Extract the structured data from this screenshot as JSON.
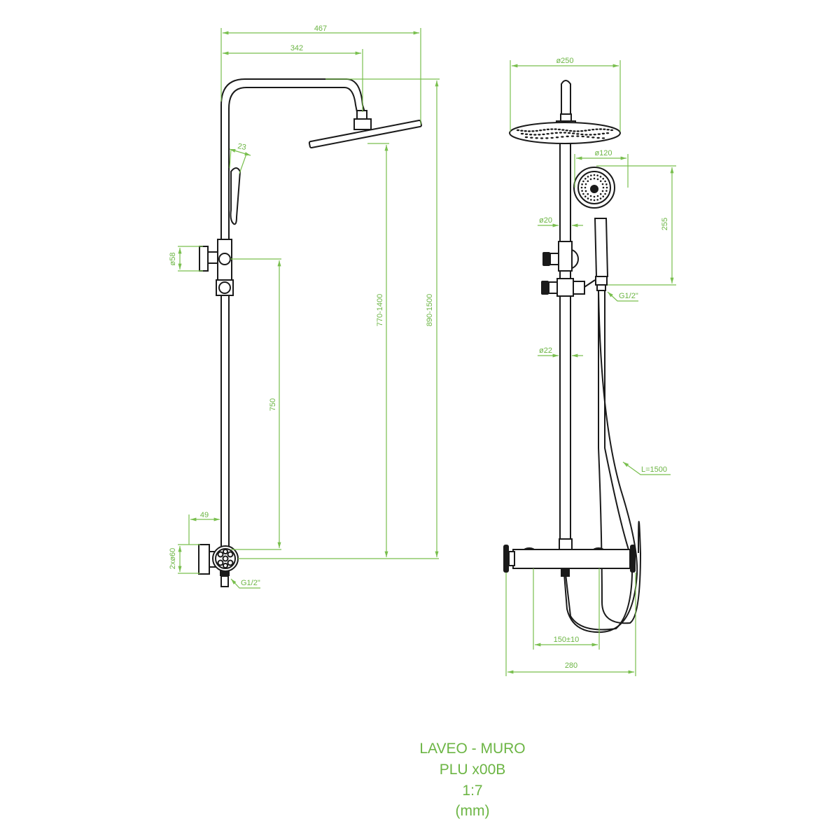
{
  "side_view": {
    "dim_total_width": "467",
    "dim_arm_reach": "342",
    "dim_handle_depth": "23",
    "dim_bracket_dia": "ø58",
    "dim_bracket_height": "750",
    "dim_head_height": "770-1400",
    "dim_total_height": "890-1500",
    "dim_wall_offset": "49",
    "dim_flange_dia": "2xø60",
    "dim_outlet_thread": "G1/2\""
  },
  "front_view": {
    "dim_head_dia": "ø250",
    "dim_hand_dia": "ø120",
    "dim_upper_pipe_dia": "ø20",
    "dim_lower_pipe_dia": "ø22",
    "dim_hand_length": "255",
    "dim_hose_thread": "G1/2\"",
    "dim_hose_length": "L=1500",
    "dim_inlet_spacing": "150±10",
    "dim_mixer_width": "280"
  },
  "title_block": {
    "model": "LAVEO - MURO",
    "code": "PLU x00B",
    "scale": "1:7",
    "units": "(mm)"
  },
  "colors": {
    "dimension": "#79bf4e",
    "outline": "#1a1a1a"
  }
}
